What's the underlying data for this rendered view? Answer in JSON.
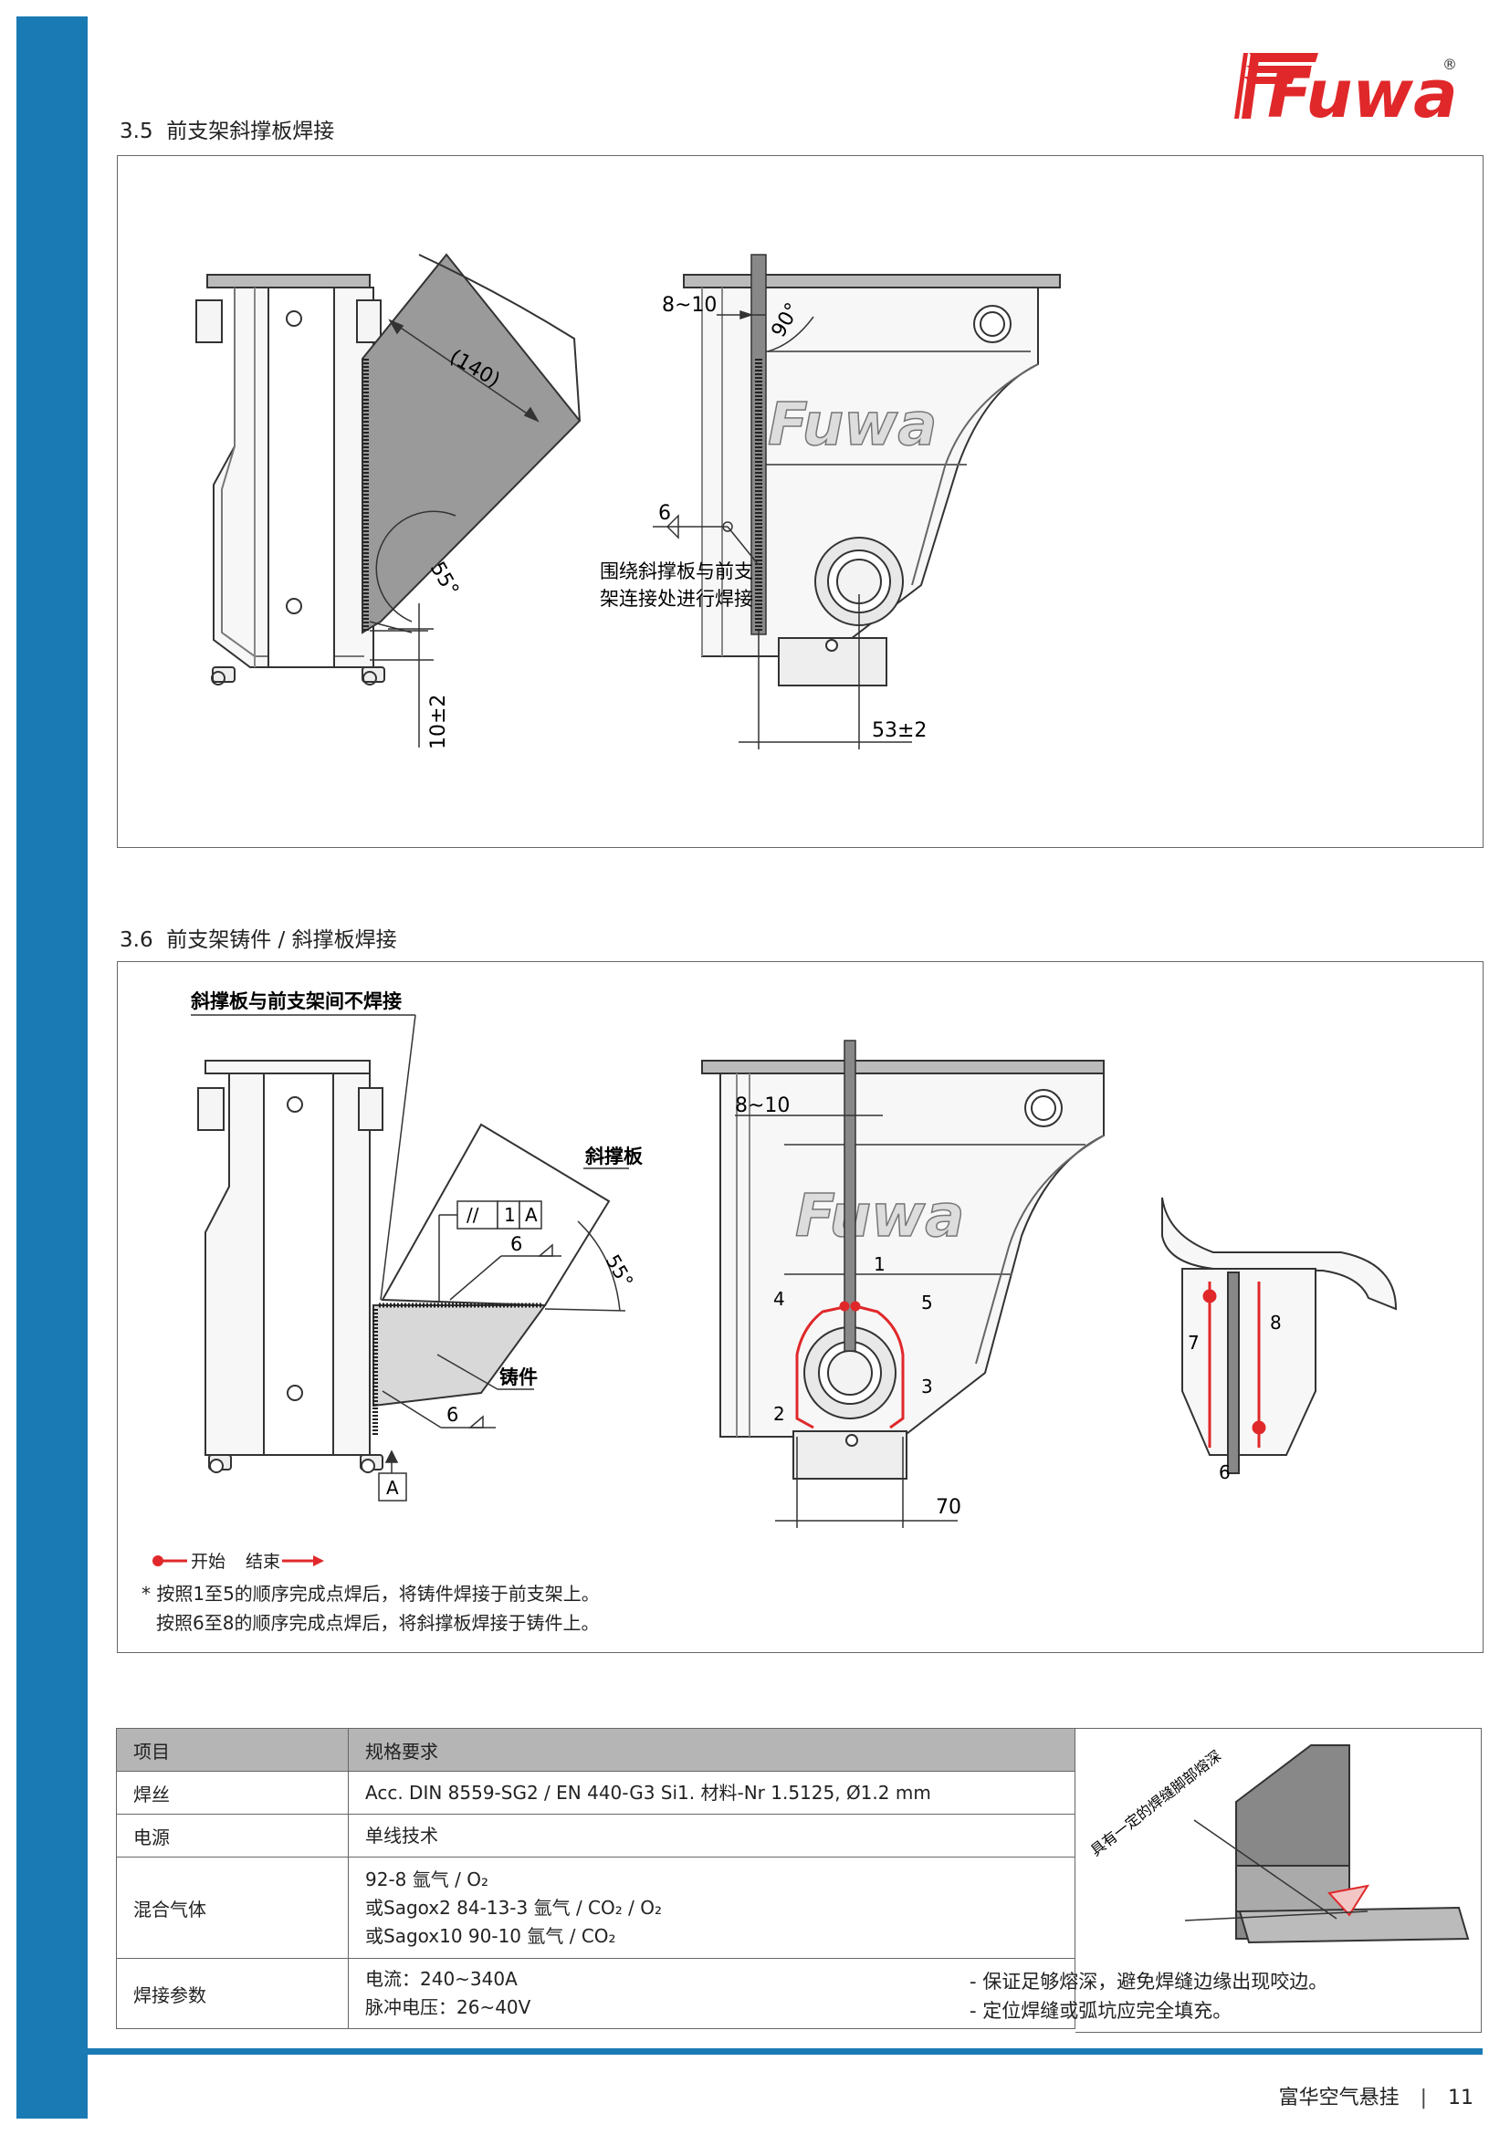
{
  "brand": {
    "logo_text": "Fuwa",
    "registered": "®",
    "primary_color": "#1a7ab4",
    "logo_red": "#e0282a"
  },
  "sections": [
    {
      "number": "3.5",
      "title": "前支架斜撑板焊接"
    },
    {
      "number": "3.6",
      "title": "前支架铸件 / 斜撑板焊接"
    }
  ],
  "fig35": {
    "dim_140": "(140)",
    "angle_55": "55°",
    "dim_10": "10±2",
    "dim_8_10": "8~10",
    "angle_90": "90°",
    "weld_6": "6",
    "weld_note_line1": "围绕斜撑板与前支",
    "weld_note_line2": "架连接处进行焊接",
    "dim_53": "53±2",
    "casting_logo": "Fuwa"
  },
  "fig36": {
    "no_weld_label": "斜撑板与前支架间不焊接",
    "brace_label": "斜撑板",
    "casting_label": "铸件",
    "tolerance_parallel": "//",
    "tolerance_value": "1",
    "tolerance_datum": "A",
    "datum_box": "A",
    "weld_6_top": "6",
    "weld_6_bottom": "6",
    "angle_55": "55°",
    "dim_8_10": "8~10",
    "dim_70": "70",
    "seq_labels": [
      "1",
      "2",
      "3",
      "4",
      "5"
    ],
    "side_seq": [
      "7",
      "8"
    ],
    "side_weld_6": "6",
    "casting_logo": "Fuwa"
  },
  "legend": {
    "start": "开始",
    "end": "结束"
  },
  "footnote": {
    "line1": "* 按照1至5的顺序完成点焊后，将铸件焊接于前支架上。",
    "line2": "按照6至8的顺序完成点焊后，将斜撑板焊接于铸件上。"
  },
  "spec_table": {
    "headers": [
      "项目",
      "规格要求"
    ],
    "rows": [
      {
        "item": "焊丝",
        "lines": [
          "Acc. DIN 8559-SG2 / EN 440-G3 Si1. 材料-Nr 1.5125, Ø1.2 mm"
        ]
      },
      {
        "item": "电源",
        "lines": [
          "单线技术"
        ]
      },
      {
        "item": "混合气体",
        "lines": [
          "92-8 氩气 / O₂",
          "或Sagox2 84-13-3 氩气 / CO₂ / O₂",
          "或Sagox10 90-10 氩气 / CO₂"
        ]
      },
      {
        "item": "焊接参数",
        "lines": [
          "电流：240~340A",
          "脉冲电压：26~40V"
        ]
      }
    ]
  },
  "weld_figure": {
    "label": "具有一定的焊缝脚部熔深"
  },
  "weld_notes": [
    "- 保证足够熔深，避免焊缝边缘出现咬边。",
    "- 定位焊缝或弧坑应完全填充。"
  ],
  "footer": {
    "company": "富华空气悬挂",
    "separator": "|",
    "page": "11"
  }
}
